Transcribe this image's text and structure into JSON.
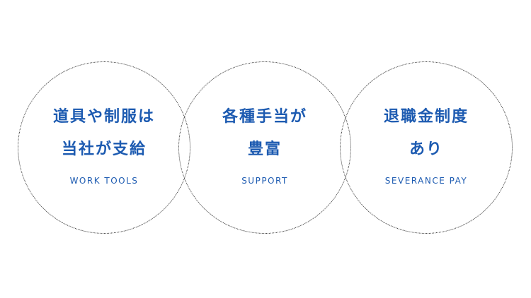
{
  "features": [
    {
      "title_line1": "道具や制服は",
      "title_line2": "当社が支給",
      "subtitle": "WORK TOOLS"
    },
    {
      "title_line1": "各種手当が",
      "title_line2": "豊富",
      "subtitle": "SUPPORT"
    },
    {
      "title_line1": "退職金制度",
      "title_line2": "あり",
      "subtitle": "SEVERANCE PAY"
    }
  ],
  "colors": {
    "accent": "#1d5bb1",
    "circle_border": "#333333",
    "background": "#ffffff"
  }
}
